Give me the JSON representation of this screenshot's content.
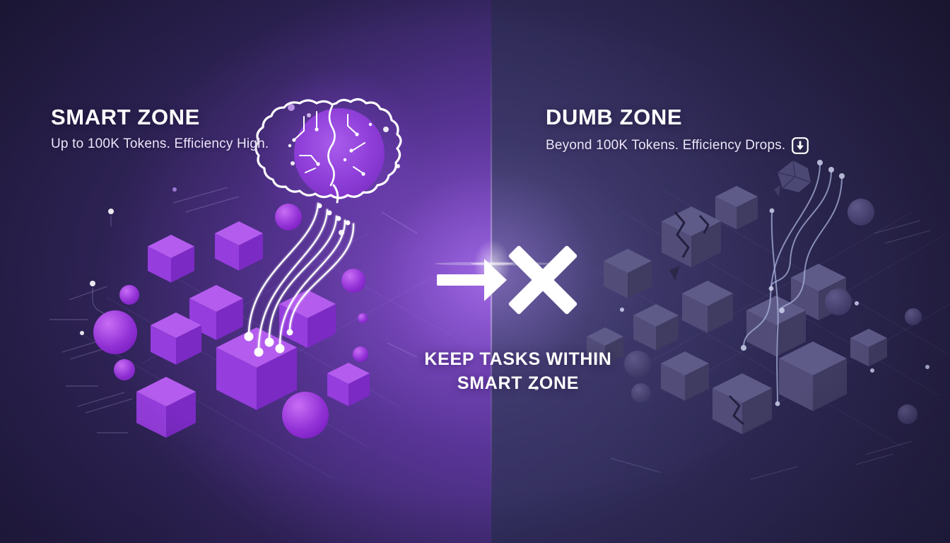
{
  "smart_zone": {
    "title": "SMART ZONE",
    "subtitle": "Up to 100K Tokens. Efficiency High."
  },
  "dumb_zone": {
    "title": "DUMB ZONE",
    "subtitle": "Beyond 100K Tokens. Efficiency Drops.",
    "subtitle_icon": "down-arrow-boxed-icon"
  },
  "center": {
    "message_line1": "KEEP TASKS WITHIN",
    "message_line2": "SMART ZONE",
    "flow_icon": "right-arrow-icon",
    "blocked_icon": "x-cross-icon"
  },
  "icons": {
    "brain": "circuit-brain-icon",
    "flow_arrow": "right-arrow-icon",
    "blocked": "x-cross-icon",
    "efficiency_drop": "down-arrow-boxed-icon"
  },
  "colors": {
    "background_dark": "#241d43",
    "smart_accent": "#9b4fe0",
    "smart_cube_top": "#b45cee",
    "smart_cube_side": "#953ddd",
    "smart_cube_dark": "#7b2ac4",
    "dumb_cube_top": "#5f5b89",
    "dumb_cube_side": "#514d78",
    "dumb_cube_dark": "#3f3b61",
    "divider_glow": "#c9a6ff",
    "link_line": "#ffffff",
    "text": "#ffffff"
  }
}
